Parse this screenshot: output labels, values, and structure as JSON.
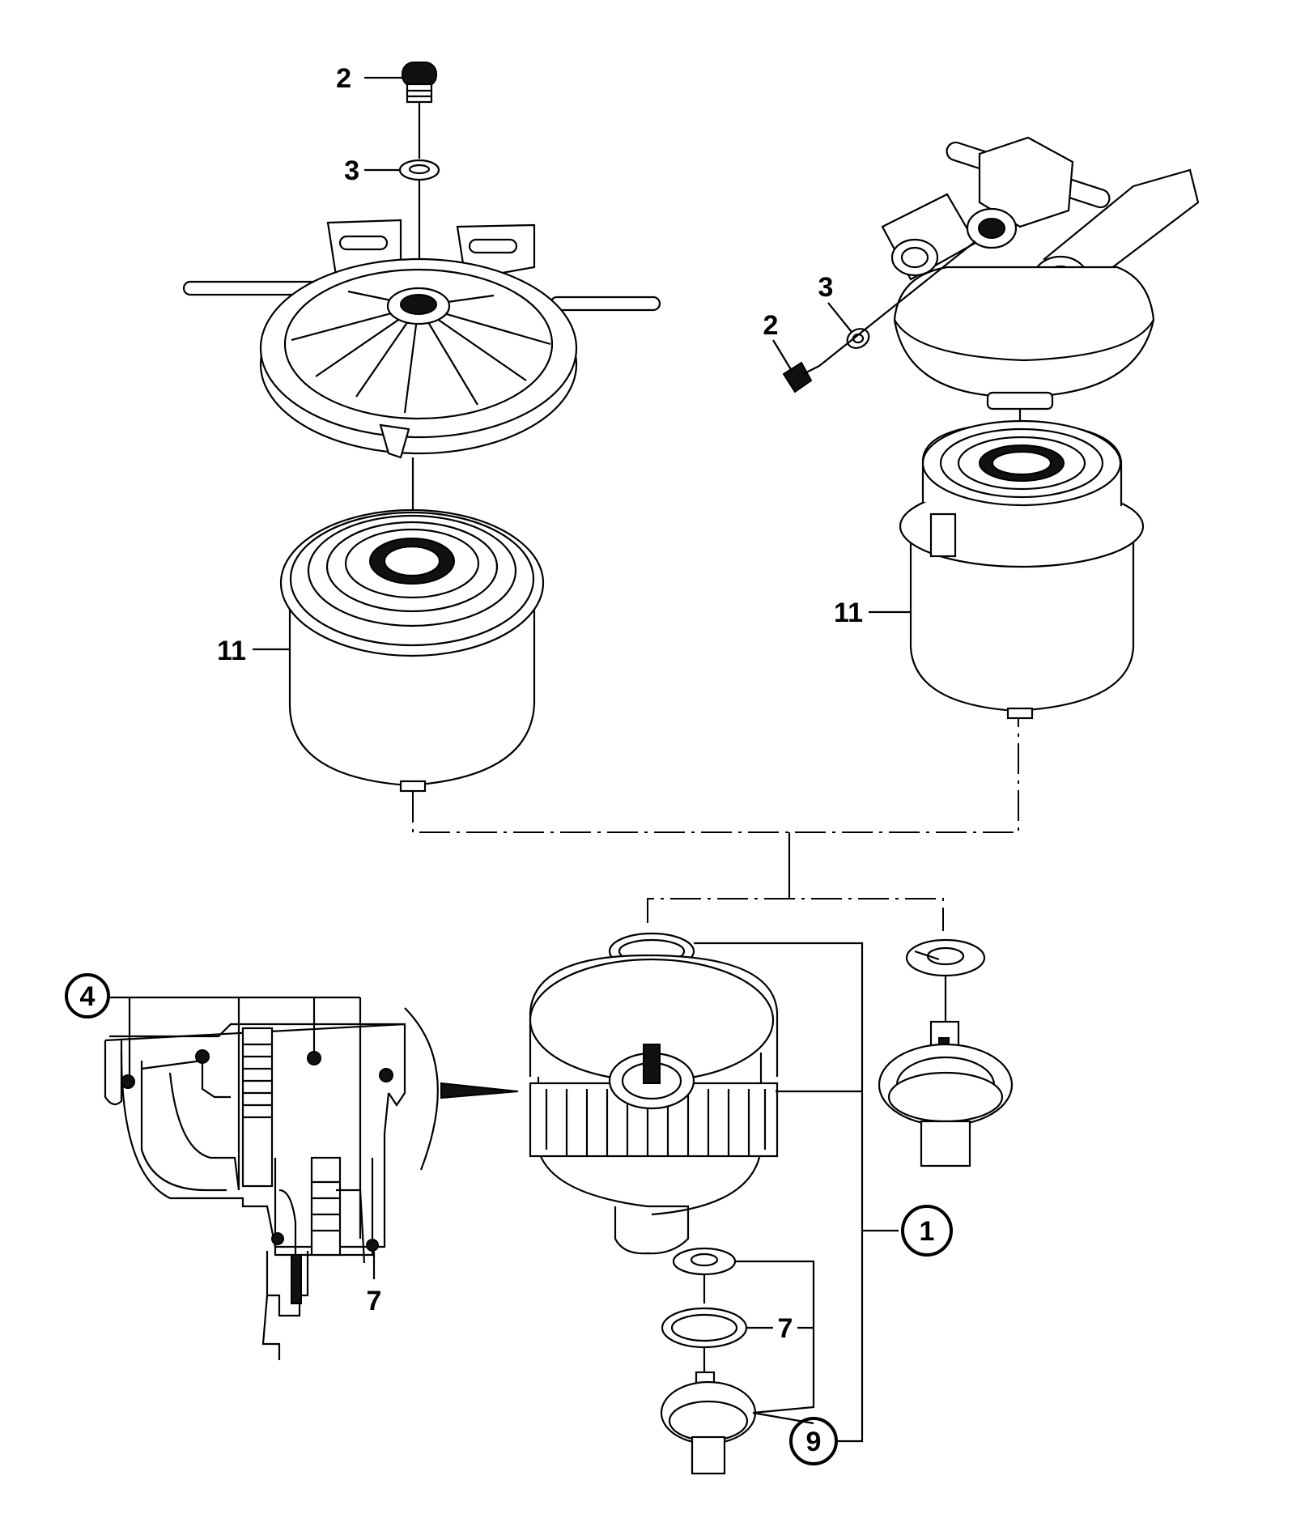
{
  "callouts": {
    "c2_left": "2",
    "c3_left": "3",
    "c11_left": "11",
    "c3_right": "3",
    "c2_right": "2",
    "c11_right": "11",
    "c4": "4",
    "c7_section": "7",
    "c1": "1",
    "c7_bottom": "7",
    "c9": "9"
  }
}
